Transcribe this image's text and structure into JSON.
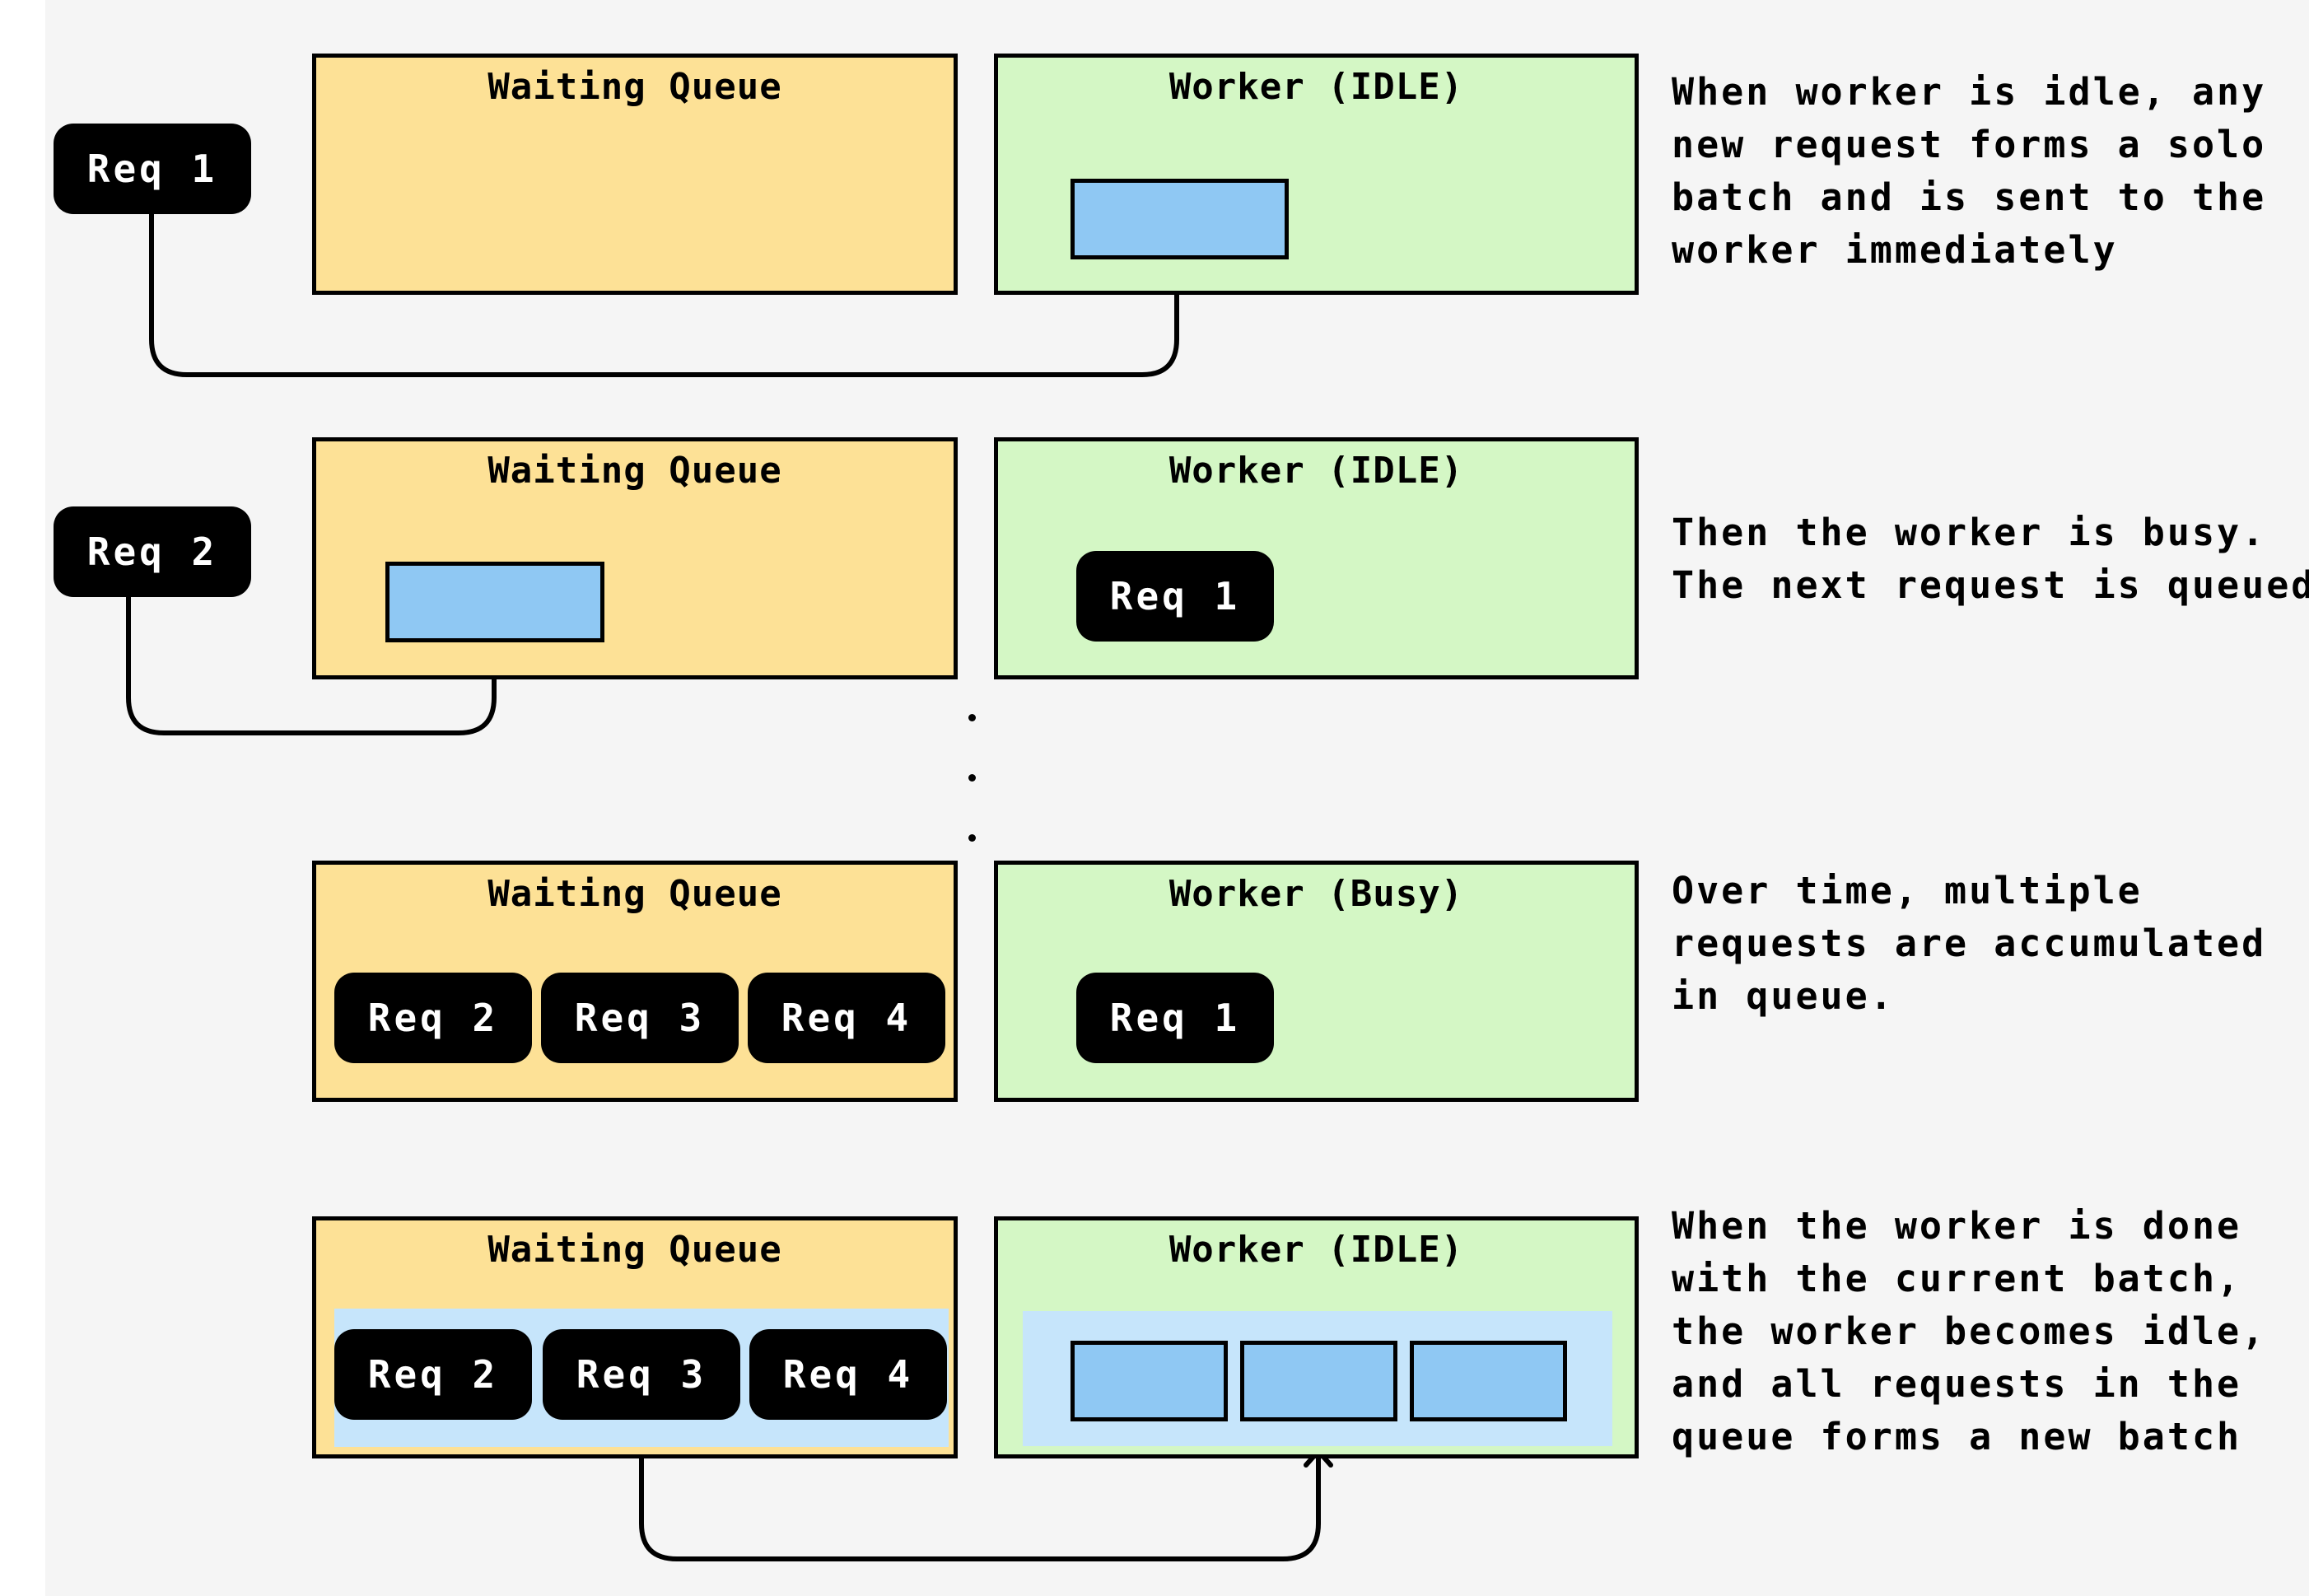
{
  "rows": [
    {
      "queue_title": "Waiting Queue",
      "worker_title": "Worker (IDLE)",
      "incoming": "Req 1",
      "description": [
        "When worker is idle, any",
        "new request forms a solo",
        "batch and is sent to the",
        "worker immediately"
      ]
    },
    {
      "queue_title": "Waiting Queue",
      "worker_title": "Worker (IDLE)",
      "incoming": "Req 2",
      "worker_item": "Req 1",
      "description": [
        "Then the worker is busy.",
        "The next request is queued"
      ]
    },
    {
      "queue_title": "Waiting Queue",
      "worker_title": "Worker (Busy)",
      "queue_items": [
        "Req 2",
        "Req 3",
        "Req 4"
      ],
      "worker_item": "Req 1",
      "description": [
        "Over time, multiple",
        "requests are accumulated",
        "in queue."
      ]
    },
    {
      "queue_title": "Waiting Queue",
      "worker_title": "Worker (IDLE)",
      "queue_items": [
        "Req 2",
        "Req 3",
        "Req 4"
      ],
      "description": [
        "When the worker is done",
        "with the current batch,",
        "the worker becomes idle,",
        "and all requests in the",
        "queue forms a new batch"
      ]
    }
  ],
  "colors": {
    "background": "#f5f5f5",
    "queue_fill": "#fde196",
    "worker_fill": "#d4f7c5",
    "slot_fill": "#8fc8f3",
    "batch_band": "#c6e5fb",
    "pill_fill": "#000000"
  }
}
